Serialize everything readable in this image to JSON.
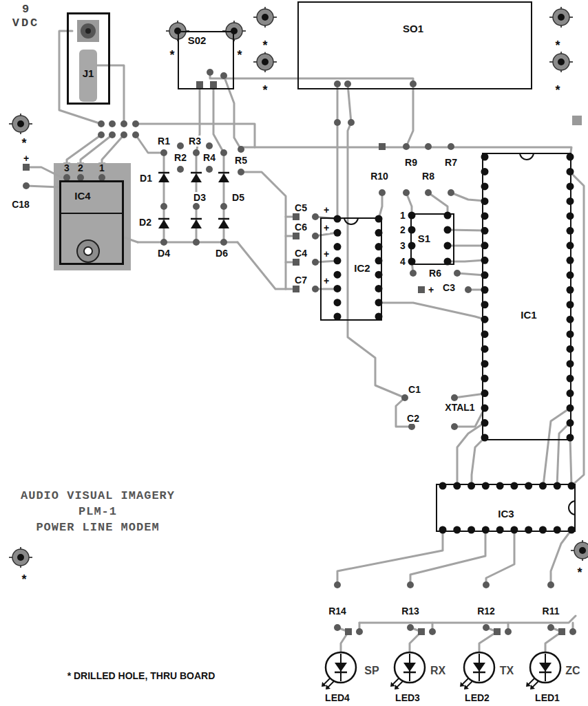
{
  "diagram": {
    "nodes": [
      {
        "text": [
          "J1"
        ]
      },
      {
        "text": [
          "S02"
        ]
      },
      {
        "text": [
          "SO1"
        ]
      },
      {
        "text": [
          "IC4"
        ]
      },
      {
        "text": [
          "IC2"
        ]
      },
      {
        "text": [
          "S1"
        ]
      },
      {
        "text": [
          "IC1"
        ]
      },
      {
        "text": [
          "IC3"
        ]
      }
    ],
    "labels": [
      "9 VDC",
      "*",
      "*",
      "*",
      "*",
      "*",
      "*",
      "*",
      "R1",
      "R3",
      "R2",
      "R4",
      "R5",
      "C18",
      "+",
      "3",
      "2",
      "1",
      "D1",
      "D3",
      "D5",
      "D2",
      "D4",
      "D6",
      "R10",
      "R9",
      "R8",
      "R7",
      "C5",
      "+",
      "C6",
      "+",
      "C4",
      "+",
      "C7",
      "+",
      "1",
      "2",
      "3",
      "4",
      "R6",
      "+",
      "C3",
      "C1",
      "C2",
      "XTAL1",
      "AUDIO VISUAL IMAGERY",
      "PLM-1",
      "POWER LINE MODEM",
      "*",
      "*",
      "R14",
      "R13",
      "R12",
      "R11",
      "* DRILLED HOLE, THRU BOARD",
      "SP",
      "RX",
      "TX",
      "ZC",
      "LED4",
      "LED3",
      "LED2",
      "LED1"
    ]
  }
}
